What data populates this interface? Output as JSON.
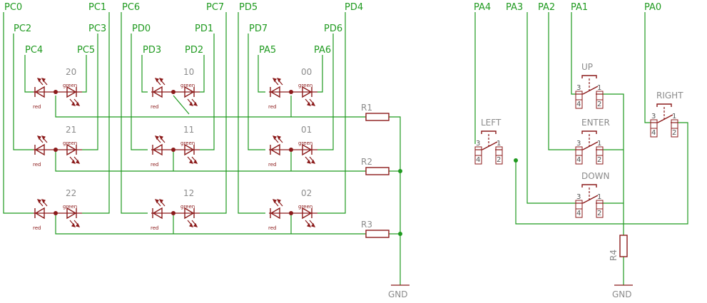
{
  "signals": {
    "pc0": "PC0",
    "pc1": "PC1",
    "pc2": "PC2",
    "pc3": "PC3",
    "pc4": "PC4",
    "pc5": "PC5",
    "pc6": "PC6",
    "pc7": "PC7",
    "pd0": "PD0",
    "pd1": "PD1",
    "pd2": "PD2",
    "pd3": "PD3",
    "pd4": "PD4",
    "pd5": "PD5",
    "pd6": "PD6",
    "pd7": "PD7",
    "pa0": "PA0",
    "pa1": "PA1",
    "pa2": "PA2",
    "pa3": "PA3",
    "pa4": "PA4",
    "pa5": "PA5",
    "pa6": "PA6"
  },
  "led_pairs": [
    {
      "name": "20",
      "red": "red",
      "green": "green"
    },
    {
      "name": "10",
      "red": "red",
      "green": "green"
    },
    {
      "name": "00",
      "red": "red",
      "green": "green"
    },
    {
      "name": "21",
      "red": "red",
      "green": "green"
    },
    {
      "name": "11",
      "red": "red",
      "green": "green"
    },
    {
      "name": "01",
      "red": "red",
      "green": "green"
    },
    {
      "name": "22",
      "red": "red",
      "green": "green"
    },
    {
      "name": "12",
      "red": "red",
      "green": "green"
    },
    {
      "name": "02",
      "red": "red",
      "green": "green"
    }
  ],
  "resistors": [
    "R1",
    "R2",
    "R3",
    "R4"
  ],
  "ground": [
    "GND",
    "GND"
  ],
  "buttons": [
    {
      "name": "UP",
      "pins": [
        "3",
        "1",
        "4",
        "2"
      ]
    },
    {
      "name": "ENTER",
      "pins": [
        "3",
        "1",
        "4",
        "2"
      ]
    },
    {
      "name": "DOWN",
      "pins": [
        "3",
        "1",
        "4",
        "2"
      ]
    },
    {
      "name": "LEFT",
      "pins": [
        "3",
        "1",
        "4",
        "2"
      ]
    },
    {
      "name": "RIGHT",
      "pins": [
        "3",
        "1",
        "4",
        "2"
      ]
    }
  ],
  "colors": {
    "net": "#1f9a1f",
    "component": "#8b1a1a",
    "name_label": "#8b8b8b"
  }
}
